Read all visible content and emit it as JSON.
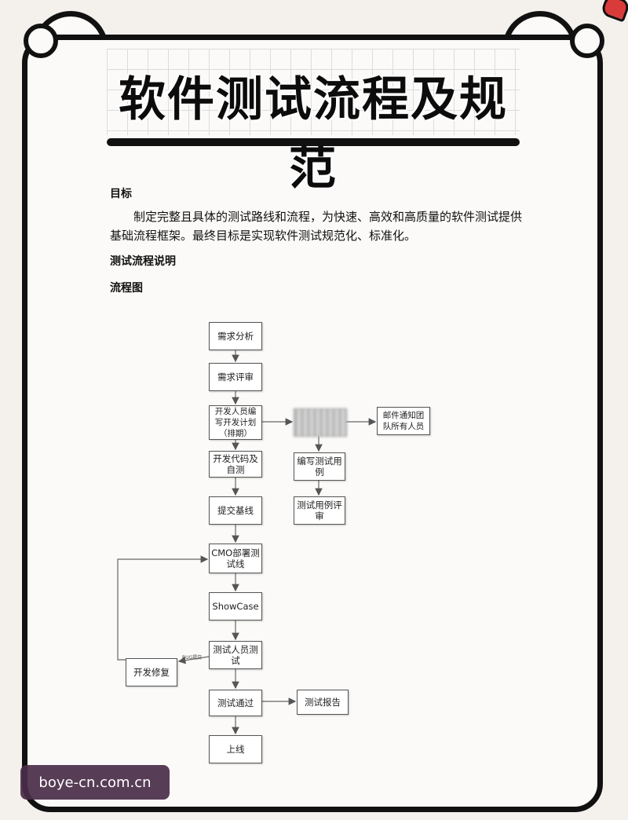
{
  "title": "软件测试流程及规范",
  "sections": {
    "goal_heading": "目标",
    "goal_text": "制定完整且具体的测试路线和流程，为快速、高效和高质量的软件测试提供基础流程框架。最终目标是实现软件测试规范化、标准化。",
    "process_heading": "测试流程说明",
    "flowchart_heading": "流程图"
  },
  "flowchart": {
    "main": [
      "需求分析",
      "需求评审",
      "开发人员编写开发计划（排期）",
      "开发代码及自测",
      "提交基线",
      "CMO部署测试线",
      "ShowCase",
      "测试人员测试",
      "测试通过",
      "上线"
    ],
    "side": {
      "notify": "邮件通知团队所有人员",
      "write_cases": "编写测试用例",
      "review_cases": "测试用例评审",
      "fix": "开发修复",
      "report": "测试报告"
    },
    "edge_label": "BUG提交"
  },
  "watermark": "boye-cn.com.cn"
}
